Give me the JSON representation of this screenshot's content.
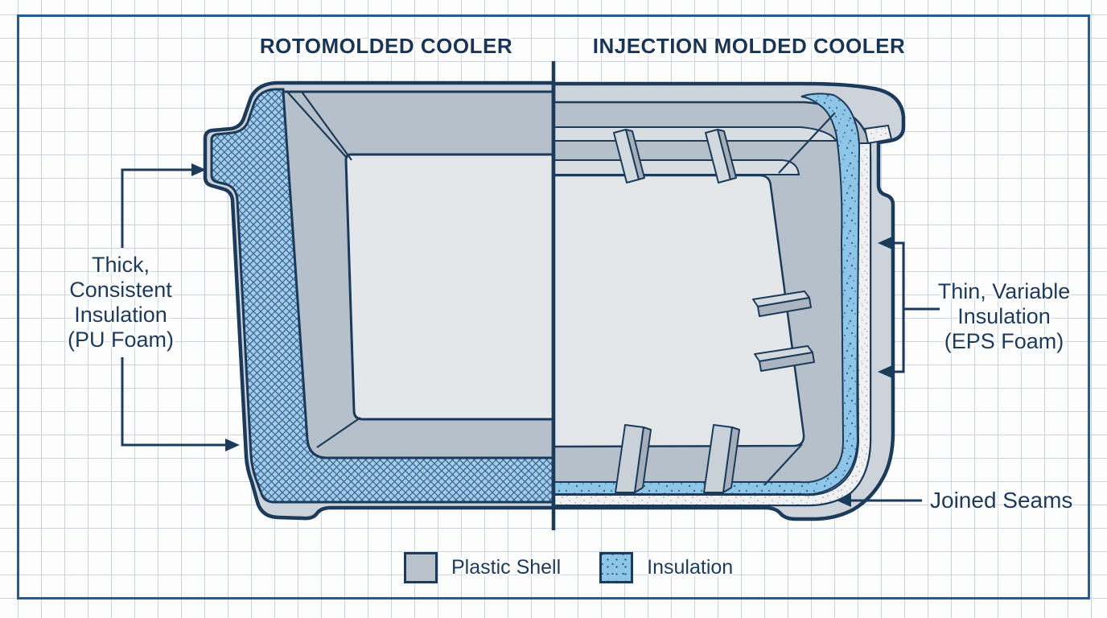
{
  "diagram": {
    "kind": "cooler-construction-comparison",
    "titles": {
      "left": "ROTOMOLDED COOLER",
      "right": "INJECTION MOLDED COOLER"
    },
    "annotations": {
      "left_insulation": {
        "lines": [
          "Thick,",
          "Consistent",
          "Insulation",
          "(PU Foam)"
        ]
      },
      "right_insulation": {
        "lines": [
          "Thin, Variable",
          "Insulation",
          "(EPS Foam)"
        ]
      },
      "joined_seams": "Joined Seams"
    },
    "legend": {
      "items": [
        {
          "label": "Plastic Shell",
          "swatch": "plastic-gray"
        },
        {
          "label": "Insulation",
          "swatch": "insulation-blue"
        }
      ]
    },
    "colors": {
      "outline_navy": "#1c3a5a",
      "text_navy": "#1a3553",
      "frame_blue": "#2d5a88",
      "grid_blue": "#c7d3e2",
      "outer_shell_gray": "#ccd3da",
      "inner_shell_gray": "#b6c0ca",
      "interior_light": "#e3e7ea",
      "crosshatch_insulation": "#a5cdea",
      "speckle_insulation": "#8dc6e7",
      "seam_white": "#eff1f2"
    }
  }
}
